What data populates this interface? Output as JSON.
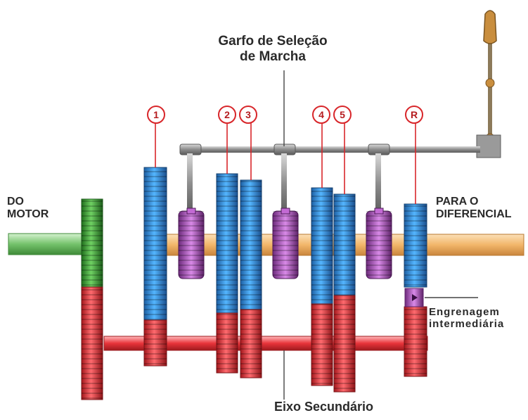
{
  "labels": {
    "selector_fork_line1": "Garfo de Seleção",
    "selector_fork_line2": "de Marcha",
    "from_motor_line1": "DO",
    "from_motor_line2": "MOTOR",
    "to_differential_line1": "PARA O",
    "to_differential_line2": "DIFERENCIAL",
    "idler_gear_line1": "Engrenagem",
    "idler_gear_line2": "intermediária",
    "secondary_shaft": "Eixo Secundário"
  },
  "gear_markers": [
    "1",
    "2",
    "3",
    "4",
    "5",
    "R"
  ],
  "colors": {
    "main_gear": "#2f8fd8",
    "counter_gear": "#e8343a",
    "input_gear": "#3fae3a",
    "synchro_collar": "#b04fc2",
    "output_shaft": "#f2b66a",
    "input_shaft": "#74c26b",
    "counter_shaft": "#e8343a",
    "fork_rod": "#7d7d7d",
    "marker_ring": "#d8262a"
  }
}
